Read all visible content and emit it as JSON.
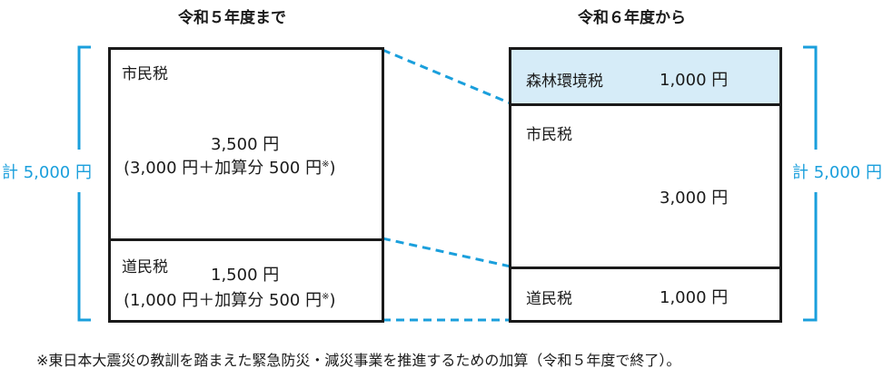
{
  "left_title": "令和５年度まで",
  "right_title": "令和６年度から",
  "left": {
    "city_tax_label": "市民税",
    "city_tax_amount": "3,500 円",
    "city_tax_detail_pre": "(3,000 円＋加算分 500 円",
    "city_tax_detail_mark": "※",
    "city_tax_detail_post": ")",
    "pref_tax_label": "道民税",
    "pref_tax_amount": "1,500 円",
    "pref_tax_detail_pre": "(1,000 円＋加算分 500 円",
    "pref_tax_detail_mark": "※",
    "pref_tax_detail_post": ")",
    "total": "計 5,000 円"
  },
  "right": {
    "forest_tax_label": "森林環境税",
    "forest_tax_amount": "1,000 円",
    "city_tax_label": "市民税",
    "city_tax_amount": "3,000 円",
    "pref_tax_label": "道民税",
    "pref_tax_amount": "1,000 円",
    "total": "計 5,000 円"
  },
  "footnote": "※東日本大震災の教訓を踏まえた緊急防災・減災事業を推進するための加算（令和５年度で終了）。",
  "colors": {
    "accent": "#1a9fdc",
    "forest_fill": "#d6ecf8",
    "border": "#1a1a1a"
  }
}
